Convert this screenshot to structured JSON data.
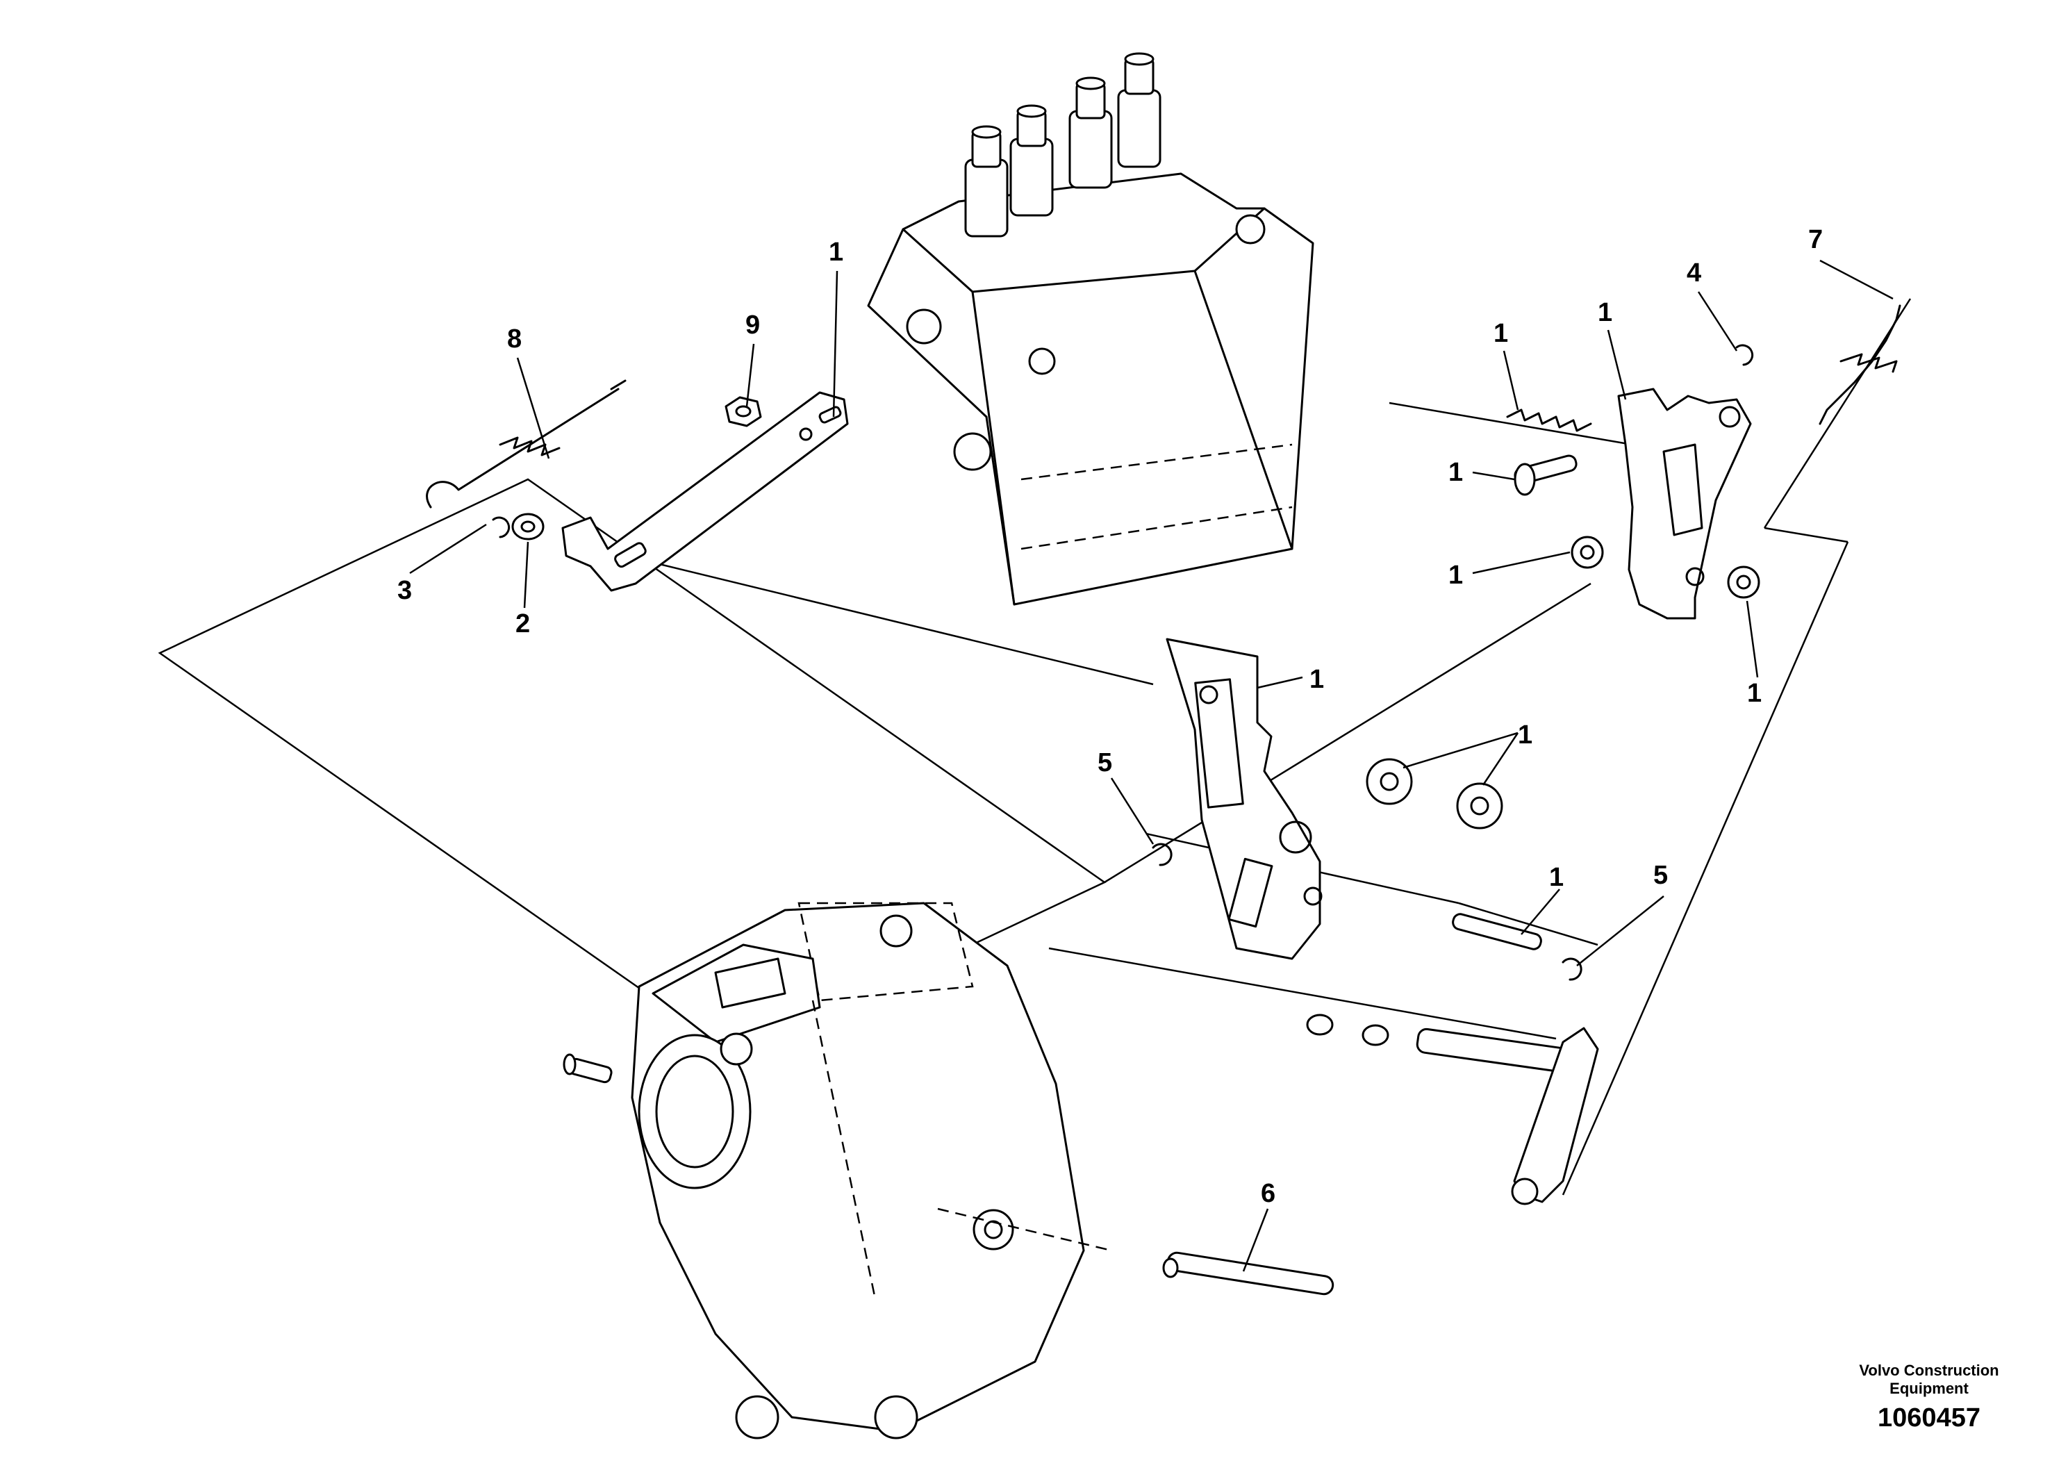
{
  "callouts": {
    "c_top_lever": "1",
    "c_spring_left": "8",
    "c_nut": "9",
    "c_clip_left": "3",
    "c_washer_left": "2",
    "c_spring_right": "1",
    "c_bracket_top": "1",
    "c_clip_right": "4",
    "c_link_rod": "7",
    "c_pin_right": "1",
    "c_bush_left": "1",
    "c_bush_right": "1",
    "c_plate": "1",
    "c_bush_pair": "1",
    "c_clip_mid": "5",
    "c_shaft_pin": "1",
    "c_clip_shaft": "5",
    "c_rod_bottom": "6"
  },
  "footer": {
    "company_line1": "Volvo Construction",
    "company_line2": "Equipment",
    "drawing_number": "1060457"
  }
}
